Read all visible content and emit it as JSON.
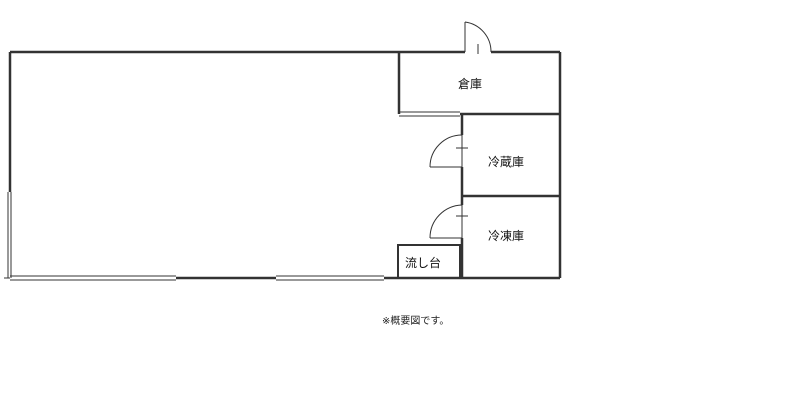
{
  "floor_plan": {
    "rooms": {
      "storage": "倉庫",
      "refrigerator_room": "冷蔵庫",
      "freezer_room": "冷凍庫",
      "sink": "流し台"
    },
    "note": "※概要図です。"
  }
}
